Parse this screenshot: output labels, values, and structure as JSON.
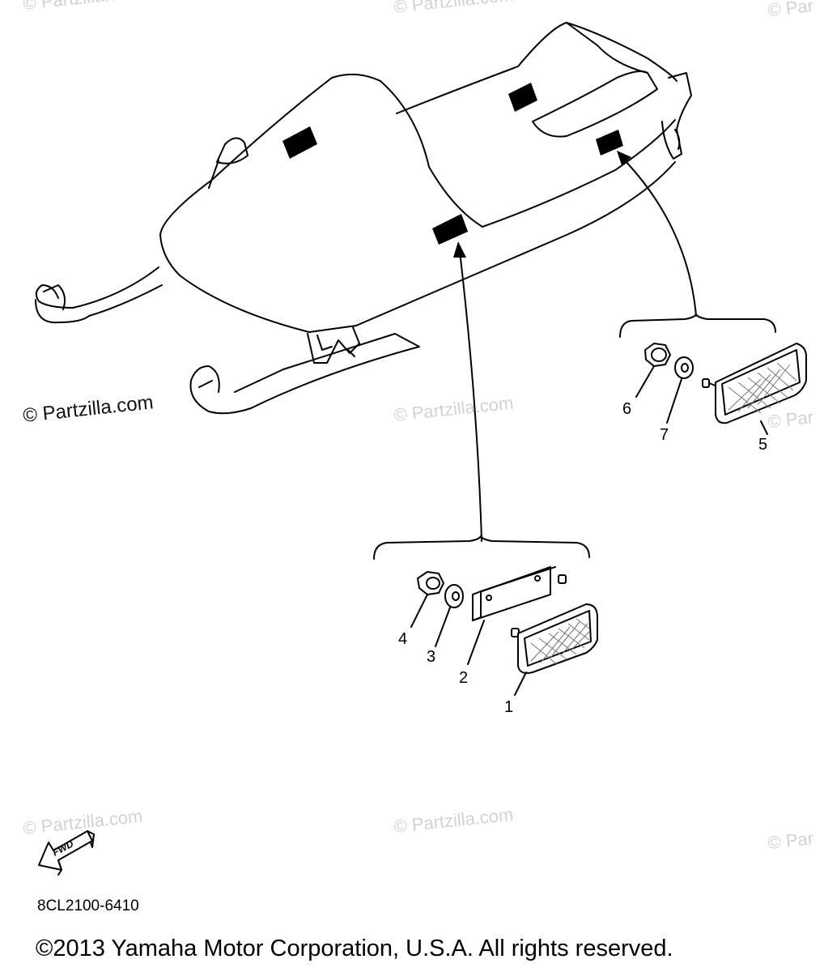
{
  "watermarks": {
    "main": "© Partzilla.com",
    "faint": "© Partzilla.com",
    "edge": "© Par"
  },
  "callouts": [
    "1",
    "2",
    "3",
    "4",
    "5",
    "6",
    "7"
  ],
  "fwd_label": "FWD",
  "part_code": "8CL2100-6410",
  "copyright": "©2013  Yamaha Motor Corporation, U.S.A. All rights reserved."
}
